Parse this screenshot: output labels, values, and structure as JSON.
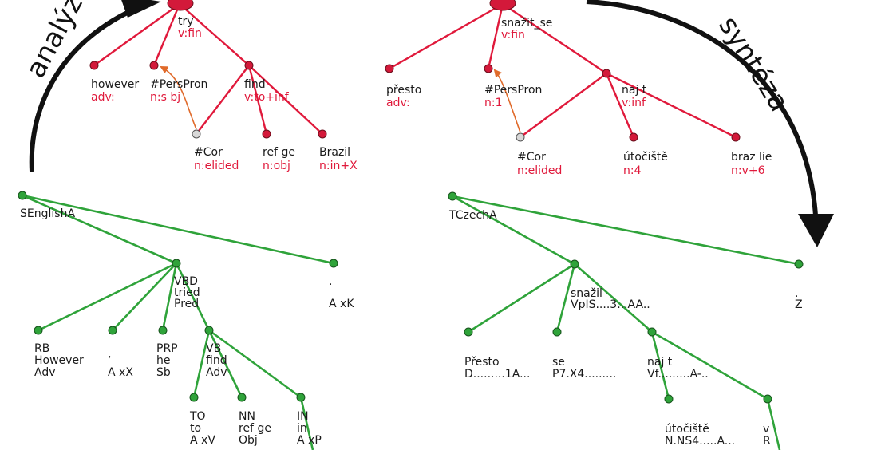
{
  "colors": {
    "tecto_nodes": "#d3193a",
    "tecto_labels": "#e0193b",
    "analytical": "#2fa33a",
    "coref_arrow": "#e06a2a",
    "arrow": "#111111"
  },
  "arrows": {
    "analysis_label": "analýza",
    "synthesis_label": "syntéza"
  },
  "english_tecto": {
    "root": {
      "lemma": "try",
      "formeme": "v:fin"
    },
    "however": {
      "lemma": "however",
      "formeme": "adv:"
    },
    "perspron": {
      "lemma": "#PersPron",
      "formeme": "n:s  bj"
    },
    "find": {
      "lemma": "find",
      "formeme": "v:to+inf"
    },
    "cor": {
      "lemma": "#Cor",
      "formeme": "n:elided"
    },
    "refuge": {
      "lemma": "ref  ge",
      "formeme": "n:obj"
    },
    "brazil": {
      "lemma": "Brazil",
      "formeme": "n:in+X"
    }
  },
  "czech_tecto": {
    "root": {
      "lemma": "snažit_se",
      "formeme": "v:fin"
    },
    "presto": {
      "lemma": "přesto",
      "formeme": "adv:"
    },
    "perspron": {
      "lemma": "#PersPron",
      "formeme": "n:1"
    },
    "najit": {
      "lemma": "naj  t",
      "formeme": "v:inf"
    },
    "cor": {
      "lemma": "#Cor",
      "formeme": "n:elided"
    },
    "utociste": {
      "lemma": "útočiště",
      "formeme": "n:4"
    },
    "brazilie": {
      "lemma": "braz lie",
      "formeme": "n:v+6"
    }
  },
  "english_analytical": {
    "root": "SEnglishA",
    "tried": [
      "VBD",
      "tried",
      "Pred"
    ],
    "period": [
      ".",
      "A   xK"
    ],
    "however": [
      "RB",
      "However",
      "Adv"
    ],
    "comma": [
      ",",
      "A   xX"
    ],
    "he": [
      "PRP",
      "he",
      "Sb"
    ],
    "find": [
      "VB",
      "find",
      "Adv"
    ],
    "to": [
      "TO",
      "to",
      "A   xV"
    ],
    "refuge": [
      "NN",
      "ref  ge",
      "Obj"
    ],
    "in": [
      "IN",
      "in",
      "A   xP"
    ]
  },
  "czech_analytical": {
    "root": "TCzechA",
    "snazil": [
      "snažil",
      "VpIS....3...AA.."
    ],
    "period": [
      ".",
      "Z"
    ],
    "presto": [
      "Přesto",
      "D.........1A..."
    ],
    "se": [
      "se",
      "P7.X4........."
    ],
    "najit": [
      "naj  t",
      "Vf.........A-.."
    ],
    "utociste": [
      "útočiště",
      "N.NS4.....A..."
    ],
    "v": [
      "v",
      "R"
    ]
  }
}
